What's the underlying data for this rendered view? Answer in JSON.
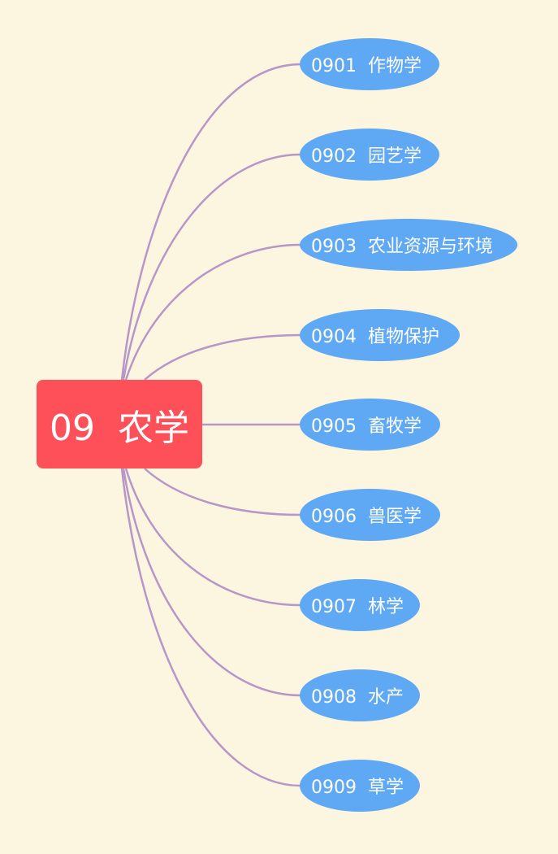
{
  "colors": {
    "background": "#fcf5df",
    "root_fill": "#fd5059",
    "child_fill": "#5fa8f3",
    "connector": "#b697c7",
    "text": "#ffffff"
  },
  "root": {
    "code": "09",
    "label": "农学",
    "text": "09  农学"
  },
  "children": [
    {
      "code": "0901",
      "label": "作物学",
      "text": "0901  作物学"
    },
    {
      "code": "0902",
      "label": "园艺学",
      "text": "0902  园艺学"
    },
    {
      "code": "0903",
      "label": "农业资源与环境",
      "text": "0903  农业资源与环境"
    },
    {
      "code": "0904",
      "label": "植物保护",
      "text": "0904  植物保护"
    },
    {
      "code": "0905",
      "label": "畜牧学",
      "text": "0905  畜牧学"
    },
    {
      "code": "0906",
      "label": "兽医学",
      "text": "0906  兽医学"
    },
    {
      "code": "0907",
      "label": "林学",
      "text": "0907  林学"
    },
    {
      "code": "0908",
      "label": "水产",
      "text": "0908  水产"
    },
    {
      "code": "0909",
      "label": "草学",
      "text": "0909  草学"
    }
  ]
}
